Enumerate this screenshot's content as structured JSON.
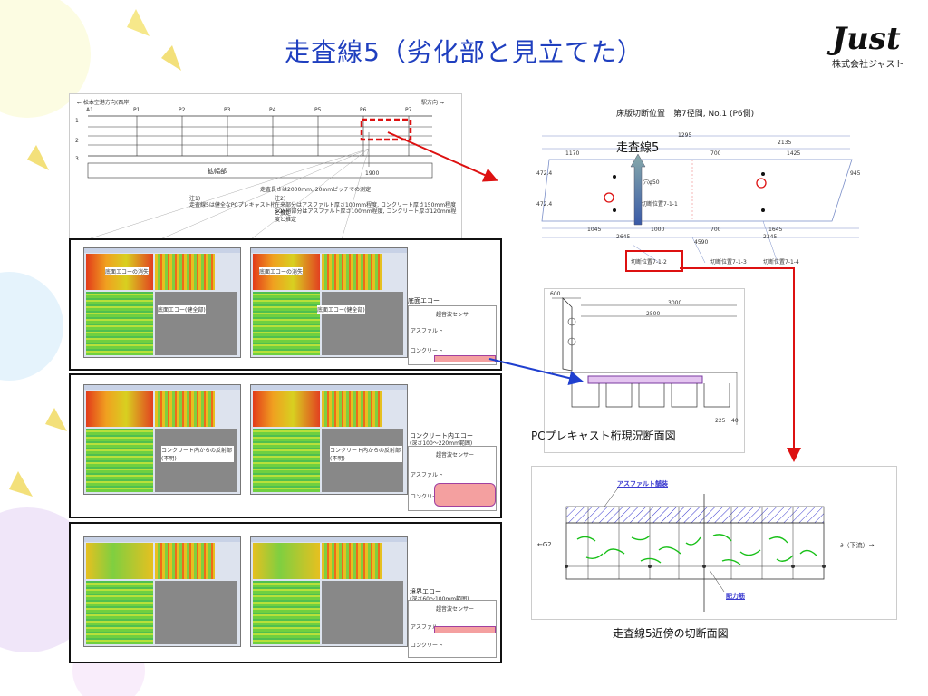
{
  "title": "走査線5（劣化部と見立てた）",
  "logo": {
    "main": "Just",
    "sub": "株式会社ジャスト"
  },
  "plan": {
    "left_label": "← 松本空港方向(西岸)",
    "right_label": "駅方向 →",
    "columns": [
      "A1",
      "P1",
      "P2",
      "P3",
      "P4",
      "P5",
      "P6",
      "P7"
    ],
    "rows": [
      "1",
      "2",
      "3"
    ],
    "widening": "拡幅部",
    "note_length": "走査長さは2000mm, 20mmピッチでの測定",
    "note1_head": "注1)",
    "note1": "走査線5は健全なPCプレキャスト桁",
    "note2_head": "注2)",
    "note2a": "在来部分はアスファルト厚さ100mm程度, コンクリート厚さ150mm程度と推定",
    "note2b": "BOX桁部分はアスファルト厚さ100mm程度, コンクリート厚さ120mm程度と推定",
    "dim": "1900"
  },
  "scan_panels": {
    "row1_left_labels": [
      "底面エコーの消失",
      "底面エコー(健全部)"
    ],
    "row1_right_labels": [
      "底面エコーの消失",
      "底面エコー(健全部)"
    ],
    "row1_legend_title": "底面エコー",
    "row2_labels": [
      "コンクリート内からの反射部(不明)",
      "コンクリート内からの反射部(不明)"
    ],
    "row2_legend_title": "コンクリート内エコー",
    "row2_legend_sub": "(深さ100〜220mm範囲)",
    "row3_legend_title": "境界エコー",
    "row3_legend_sub": "(深さ60〜100mm範囲)",
    "sensor": "超音波センサー",
    "asphalt": "アスファルト",
    "concrete": "コンクリート"
  },
  "cut_plan": {
    "title": "床版切断位置　第7径間, No.1 (P6側)",
    "scan_label": "走査線5",
    "hole_label": "穴φ50",
    "dims_top": [
      "1170",
      "700",
      "1425",
      "2135",
      "1295"
    ],
    "dims_bottom": [
      "1045",
      "1000",
      "700",
      "1645",
      "2645",
      "4590",
      "2345"
    ],
    "side": [
      "472.4",
      "945",
      "472.4"
    ],
    "cut_labels": [
      "切断位置7-1-1",
      "切断位置7-1-2",
      "切断位置7-1-3",
      "切断位置7-1-4"
    ]
  },
  "section": {
    "dims": [
      "600",
      "3000",
      "2500",
      "225",
      "40"
    ],
    "caption": "PCプレキャスト桁現況断面図"
  },
  "cut_section": {
    "asphalt_label": "アスファルト舗装",
    "rebar_label": "配力筋",
    "left_label": "←G2",
    "right_label": "∂（下流）→",
    "caption": "走査線5近傍の切断面図"
  },
  "colors": {
    "title": "#1f3fbf",
    "arrow_red": "#dd1111",
    "arrow_blue": "#1f3fcf"
  }
}
